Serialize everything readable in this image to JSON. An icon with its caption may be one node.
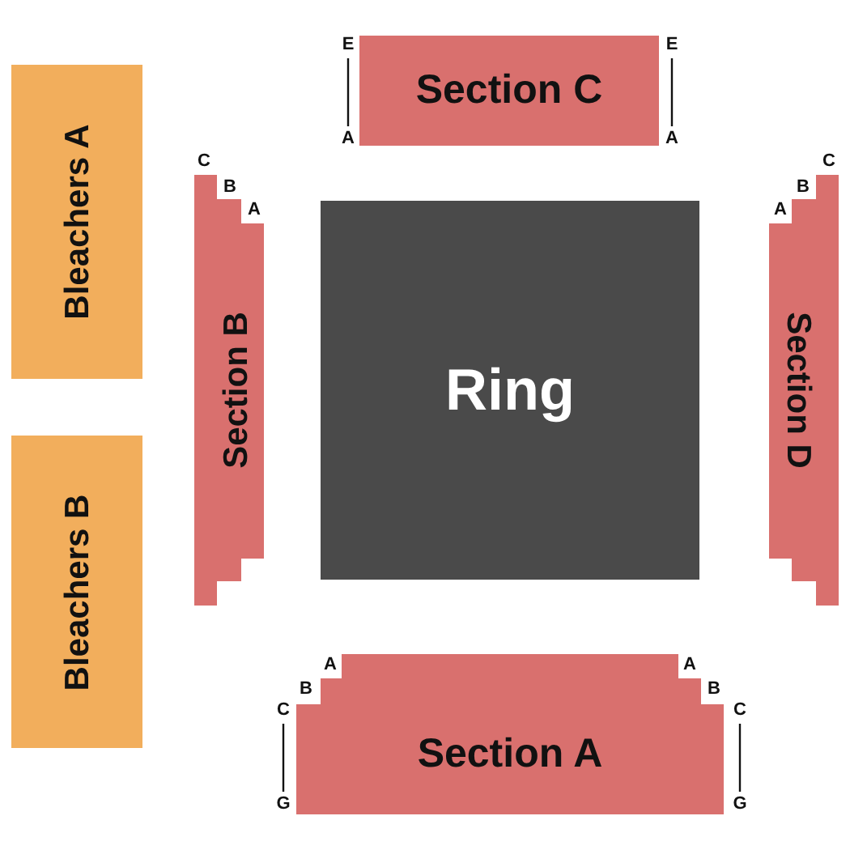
{
  "diagram": {
    "nodes": [
      {
        "text": [
          "Section C"
        ]
      },
      {
        "text": [
          "Bleachers A"
        ]
      },
      {
        "text": [
          "Section B"
        ]
      },
      {
        "text": [
          "Ring"
        ]
      },
      {
        "text": [
          "Section D"
        ]
      },
      {
        "text": [
          "Bleachers B"
        ]
      },
      {
        "text": [
          "Section A"
        ]
      }
    ],
    "labels": [
      "E",
      "E",
      "A",
      "A",
      "C",
      "C",
      "B",
      "B",
      "A",
      "A",
      "A",
      "A",
      "B",
      "B",
      "C",
      "C",
      "G",
      "G"
    ]
  }
}
